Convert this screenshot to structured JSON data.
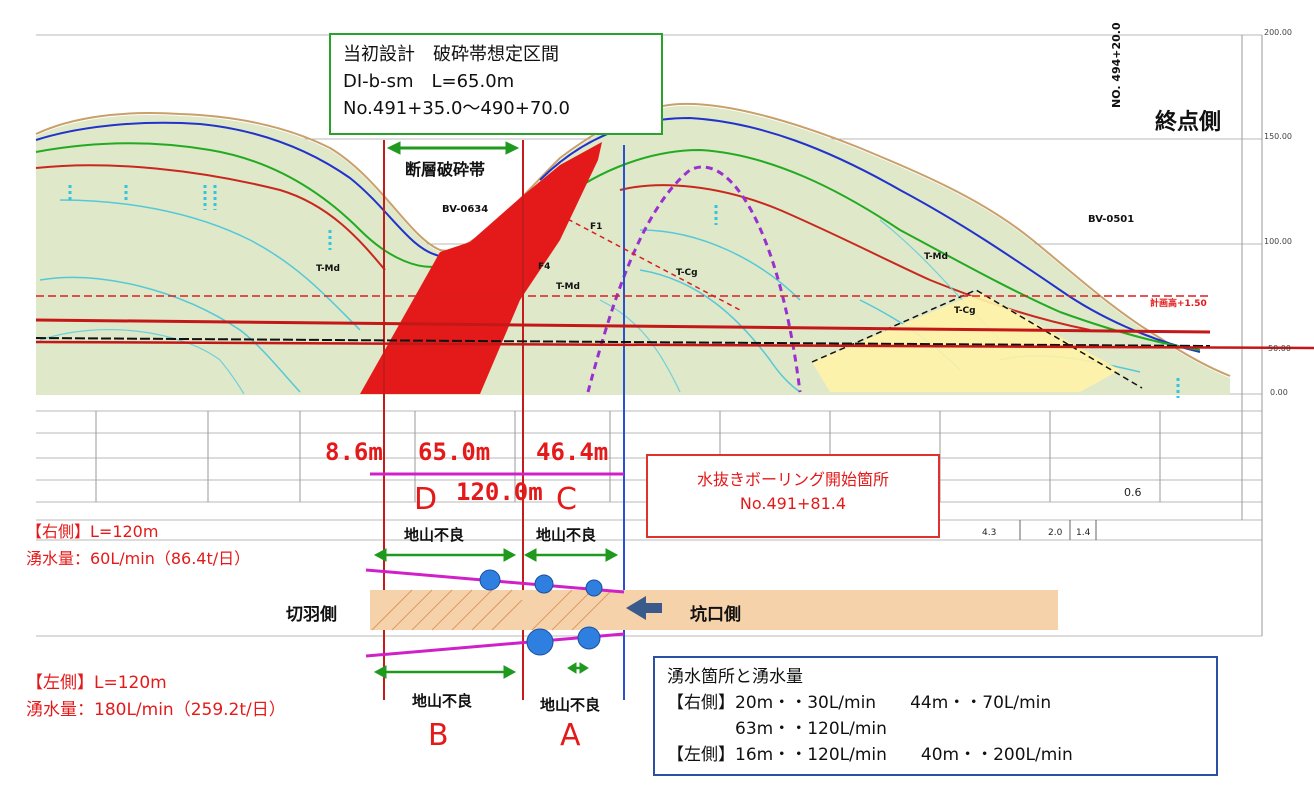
{
  "design_box": {
    "line1": "当初設計　破砕帯想定区間",
    "line2": "DⅠ-b-sm　L=65.0m",
    "line3": "No.491+35.0～490+70.0"
  },
  "fault_label": "断層破砕帯",
  "end_side_label": "終点側",
  "station_label": "NO. 494+20.0",
  "boring_labels": {
    "left": "BV-0634",
    "right": "BV-0501"
  },
  "geology_labels": [
    "T-Md",
    "T-Md",
    "T-Cg",
    "T-Md",
    "F4",
    "F1",
    "T-Cg"
  ],
  "plan_height_label": "計画高+1.50",
  "elevation_ticks": [
    "200.00",
    "150.00",
    "100.00",
    "50.00",
    "0.00"
  ],
  "distances": {
    "d1": "8.6m",
    "d2": "65.0m",
    "d3": "46.4m",
    "total": "120.0m"
  },
  "zone_letters_top": {
    "d": "D",
    "c": "C"
  },
  "zone_letters_bottom": {
    "b": "B",
    "a": "A"
  },
  "poor_ground_label": "地山不良",
  "drain_box": {
    "line1": "水抜きボーリング開始箇所",
    "line2": "No.491+81.4"
  },
  "right_side": {
    "title": "【右側】L=120m",
    "flow": "湧水量：60L/min（86.4t/日）"
  },
  "left_side": {
    "title": "【左側】L=120m",
    "flow": "湧水量：180L/min（259.2t/日）"
  },
  "face_side_label": "切羽側",
  "portal_side_label": "坑口側",
  "spring_box": {
    "title": "湧水箇所と湧水量",
    "row1": "【右側】20m・・30L/min　　44m・・70L/min",
    "row2": "　　　　63m・・120L/min",
    "row3": "【左側】16m・・120L/min　　40m・・200L/min"
  },
  "table_values": [
    "0.6",
    "4.3",
    "2.0",
    "1.4"
  ],
  "colors": {
    "fault_red": "#e41a1a",
    "terrain_fill": "#dfe8c8",
    "green_arrow": "#1f9a1f",
    "magenta": "#d020c8",
    "circle_blue": "#2f7fe0",
    "tunnel_band": "#f6d2aa",
    "blue_line": "#2a4fcf"
  }
}
